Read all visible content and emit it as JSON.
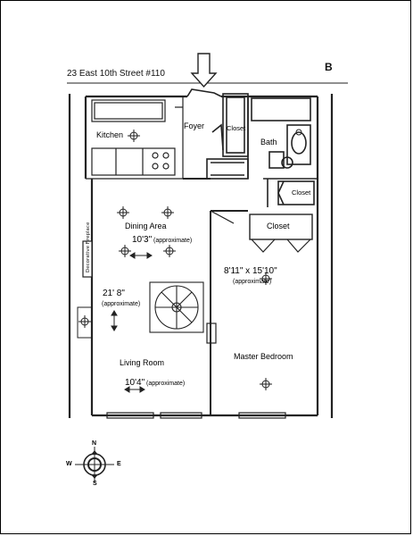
{
  "header": {
    "address": "23 East 10th Street #110",
    "unit_letter": "B"
  },
  "rooms": {
    "foyer": "Foyer",
    "kitchen": "Kitchen",
    "closet_top": "Closet",
    "bath": "Bath",
    "closet_right": "Closet",
    "dining": "Dining Area",
    "closet_bedroom": "Closet",
    "living": "Living Room",
    "master": "Master Bedroom"
  },
  "dimensions": {
    "dining_width": "10'3\"",
    "dining_note": "(approximate)",
    "living_length": "21' 8\"",
    "living_note": "(approximate)",
    "living_width": "10'4\"",
    "living_width_note": "(approximate)",
    "bedroom_size": "8'11\" x 15'10\"",
    "bedroom_note": "(approximate)"
  },
  "fireplace_label": "Decorative Fireplace",
  "compass": {
    "n": "N",
    "s": "S",
    "e": "E",
    "w": "W"
  },
  "icons": [
    "entry-arrow-icon",
    "compass-icon",
    "light-fixture-icon",
    "spiral-stair-icon"
  ]
}
